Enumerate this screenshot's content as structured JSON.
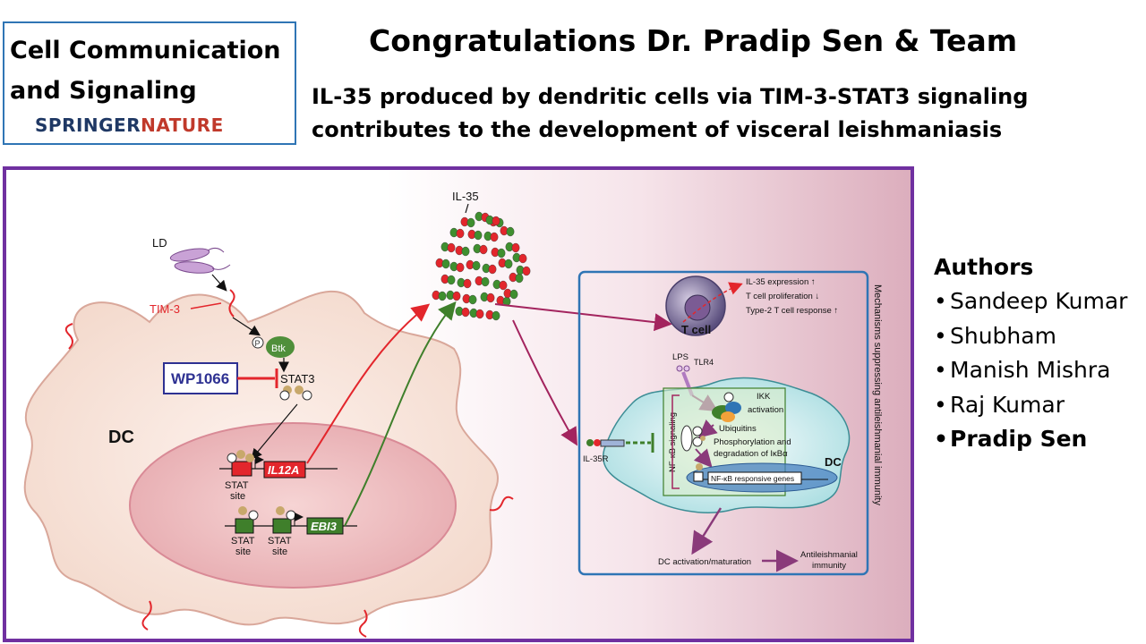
{
  "journal": {
    "title": "Cell Communication and Signaling",
    "publisher_part1": "SPRINGER",
    "publisher_part2": "NATURE"
  },
  "headline": "Congratulations Dr. Pradip Sen & Team",
  "paper_title": "IL-35 produced by dendritic cells via TIM-3-STAT3 signaling contributes to the development of visceral leishmaniasis",
  "authors": {
    "heading": "Authors",
    "list": [
      {
        "name": "Sandeep Kumar",
        "bold": false
      },
      {
        "name": "Shubham",
        "bold": false
      },
      {
        "name": "Manish Mishra",
        "bold": false
      },
      {
        "name": "Raj Kumar",
        "bold": false
      },
      {
        "name": "Pradip Sen",
        "bold": true
      }
    ]
  },
  "figure": {
    "ld": "LD",
    "tim3": "TIM-3",
    "btk": "Btk",
    "p": "P",
    "wp1066": "WP1066",
    "stat3": "STAT3",
    "dc": "DC",
    "stat_site": "STAT",
    "site": "site",
    "il12a": "IL12A",
    "ebi3": "EBI3",
    "il35": "IL-35",
    "t_cell": "T cell",
    "effect_1": "IL-35 expression ↑",
    "effect_2": "T cell proliferation ↓",
    "effect_3": "Type-2 T cell response ↑",
    "lps": "LPS",
    "tlr4": "TLR4",
    "ikk": "IKK",
    "ikk_activation": "activation",
    "ubiquitins": "Ubiquitins",
    "phospho_1": "Phosphorylation and",
    "phospho_2": "degradation of IκBα",
    "nfkb_signaling": "NF-κB signaling",
    "il35r": "IL-35R",
    "dc_inner": "DC",
    "nfkb_genes": "NF-κB responsive genes",
    "dc_activation": "DC activation/maturation",
    "antileish_1": "Antileishmanial",
    "antileish_2": "immunity",
    "mechanisms": "Mechanisms suppressing antileishmanial immunity"
  },
  "colors": {
    "journal_border": "#2f75b5",
    "figure_border": "#7030a0",
    "springer": "#1f3864",
    "nature": "#c0392b",
    "wp1066_border": "#2e3192",
    "il12a_fill": "#e3262c",
    "ebi3_fill": "#3f7f2b",
    "red_arrow": "#e3262c",
    "green_arrow": "#3f7f2b",
    "purple_arrow": "#a3245e"
  },
  "icons": [
    "ld-parasite-icon",
    "tim3-receptor-icon",
    "phosphate-icon",
    "t-cell-icon",
    "lps-icon",
    "il35-particle-icon"
  ]
}
